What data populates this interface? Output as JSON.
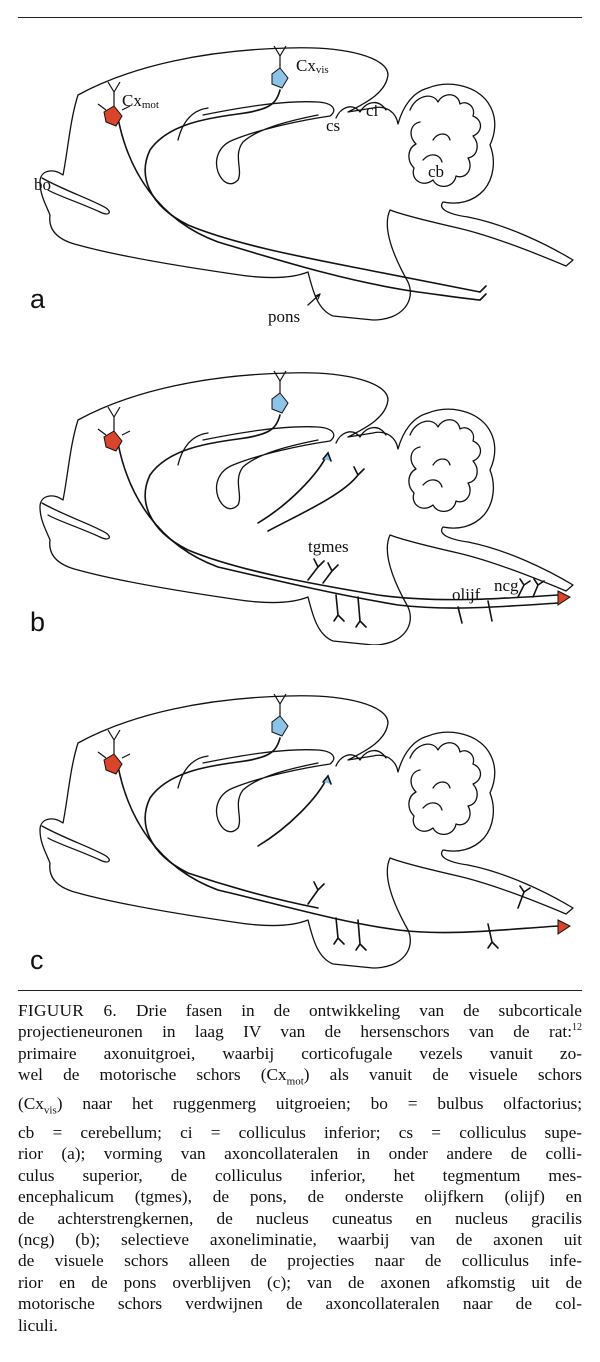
{
  "panels": [
    {
      "letter": "a",
      "labels": {
        "cx_vis": "Cx",
        "cx_vis_sub": "vis",
        "cx_mot": "Cx",
        "cx_mot_sub": "mot",
        "ci": "ci",
        "cs": "cs",
        "cb": "cb",
        "bo": "bo",
        "pons": "pons"
      }
    },
    {
      "letter": "b",
      "labels": {
        "tgmes": "tgmes",
        "olijf": "olijf",
        "ncg": "ncg"
      }
    },
    {
      "letter": "c",
      "labels": {}
    }
  ],
  "colors": {
    "motor_neuron": "#d9452b",
    "visual_neuron": "#8ec3e8",
    "line": "#111111"
  },
  "caption": {
    "figure_label": "FIGUUR 6.",
    "line1_rest": "Drie fasen in de ontwikkeling van de subcorticale",
    "line2": "projectieneuronen in laag IV van de hersenschors van de rat:",
    "line2_ref": "12",
    "line3": "primaire axonuitgroei, waarbij corticofugale vezels vanuit zo-",
    "line4_a": "wel de motorische schors (Cx",
    "line4_sub": "mot",
    "line4_b": ") als vanuit de visuele schors",
    "line5_a": "(Cx",
    "line5_sub": "vis",
    "line5_b": ") naar het ruggenmerg uitgroeien; bo = bulbus olfactorius;",
    "line6": "cb = cerebellum; ci = colliculus inferior; cs = colliculus supe-",
    "line7": "rior (a); vorming van axoncollateralen in onder andere de colli-",
    "line8": "culus superior, de colliculus inferior, het tegmentum mes-",
    "line9": "encephalicum (tgmes), de pons, de onderste olijfkern (olijf) en",
    "line10": "de achterstrengkernen, de nucleus cuneatus en nucleus gracilis",
    "line11": "(ncg) (b); selectieve axoneliminatie, waarbij van de axonen uit",
    "line12": "de visuele schors alleen de projecties naar de colliculus infe-",
    "line13": "rior en de pons overblijven (c); van de axonen afkomstig uit de",
    "line14": "motorische schors verdwijnen de axoncollateralen naar de col-",
    "line15": "liculi."
  }
}
